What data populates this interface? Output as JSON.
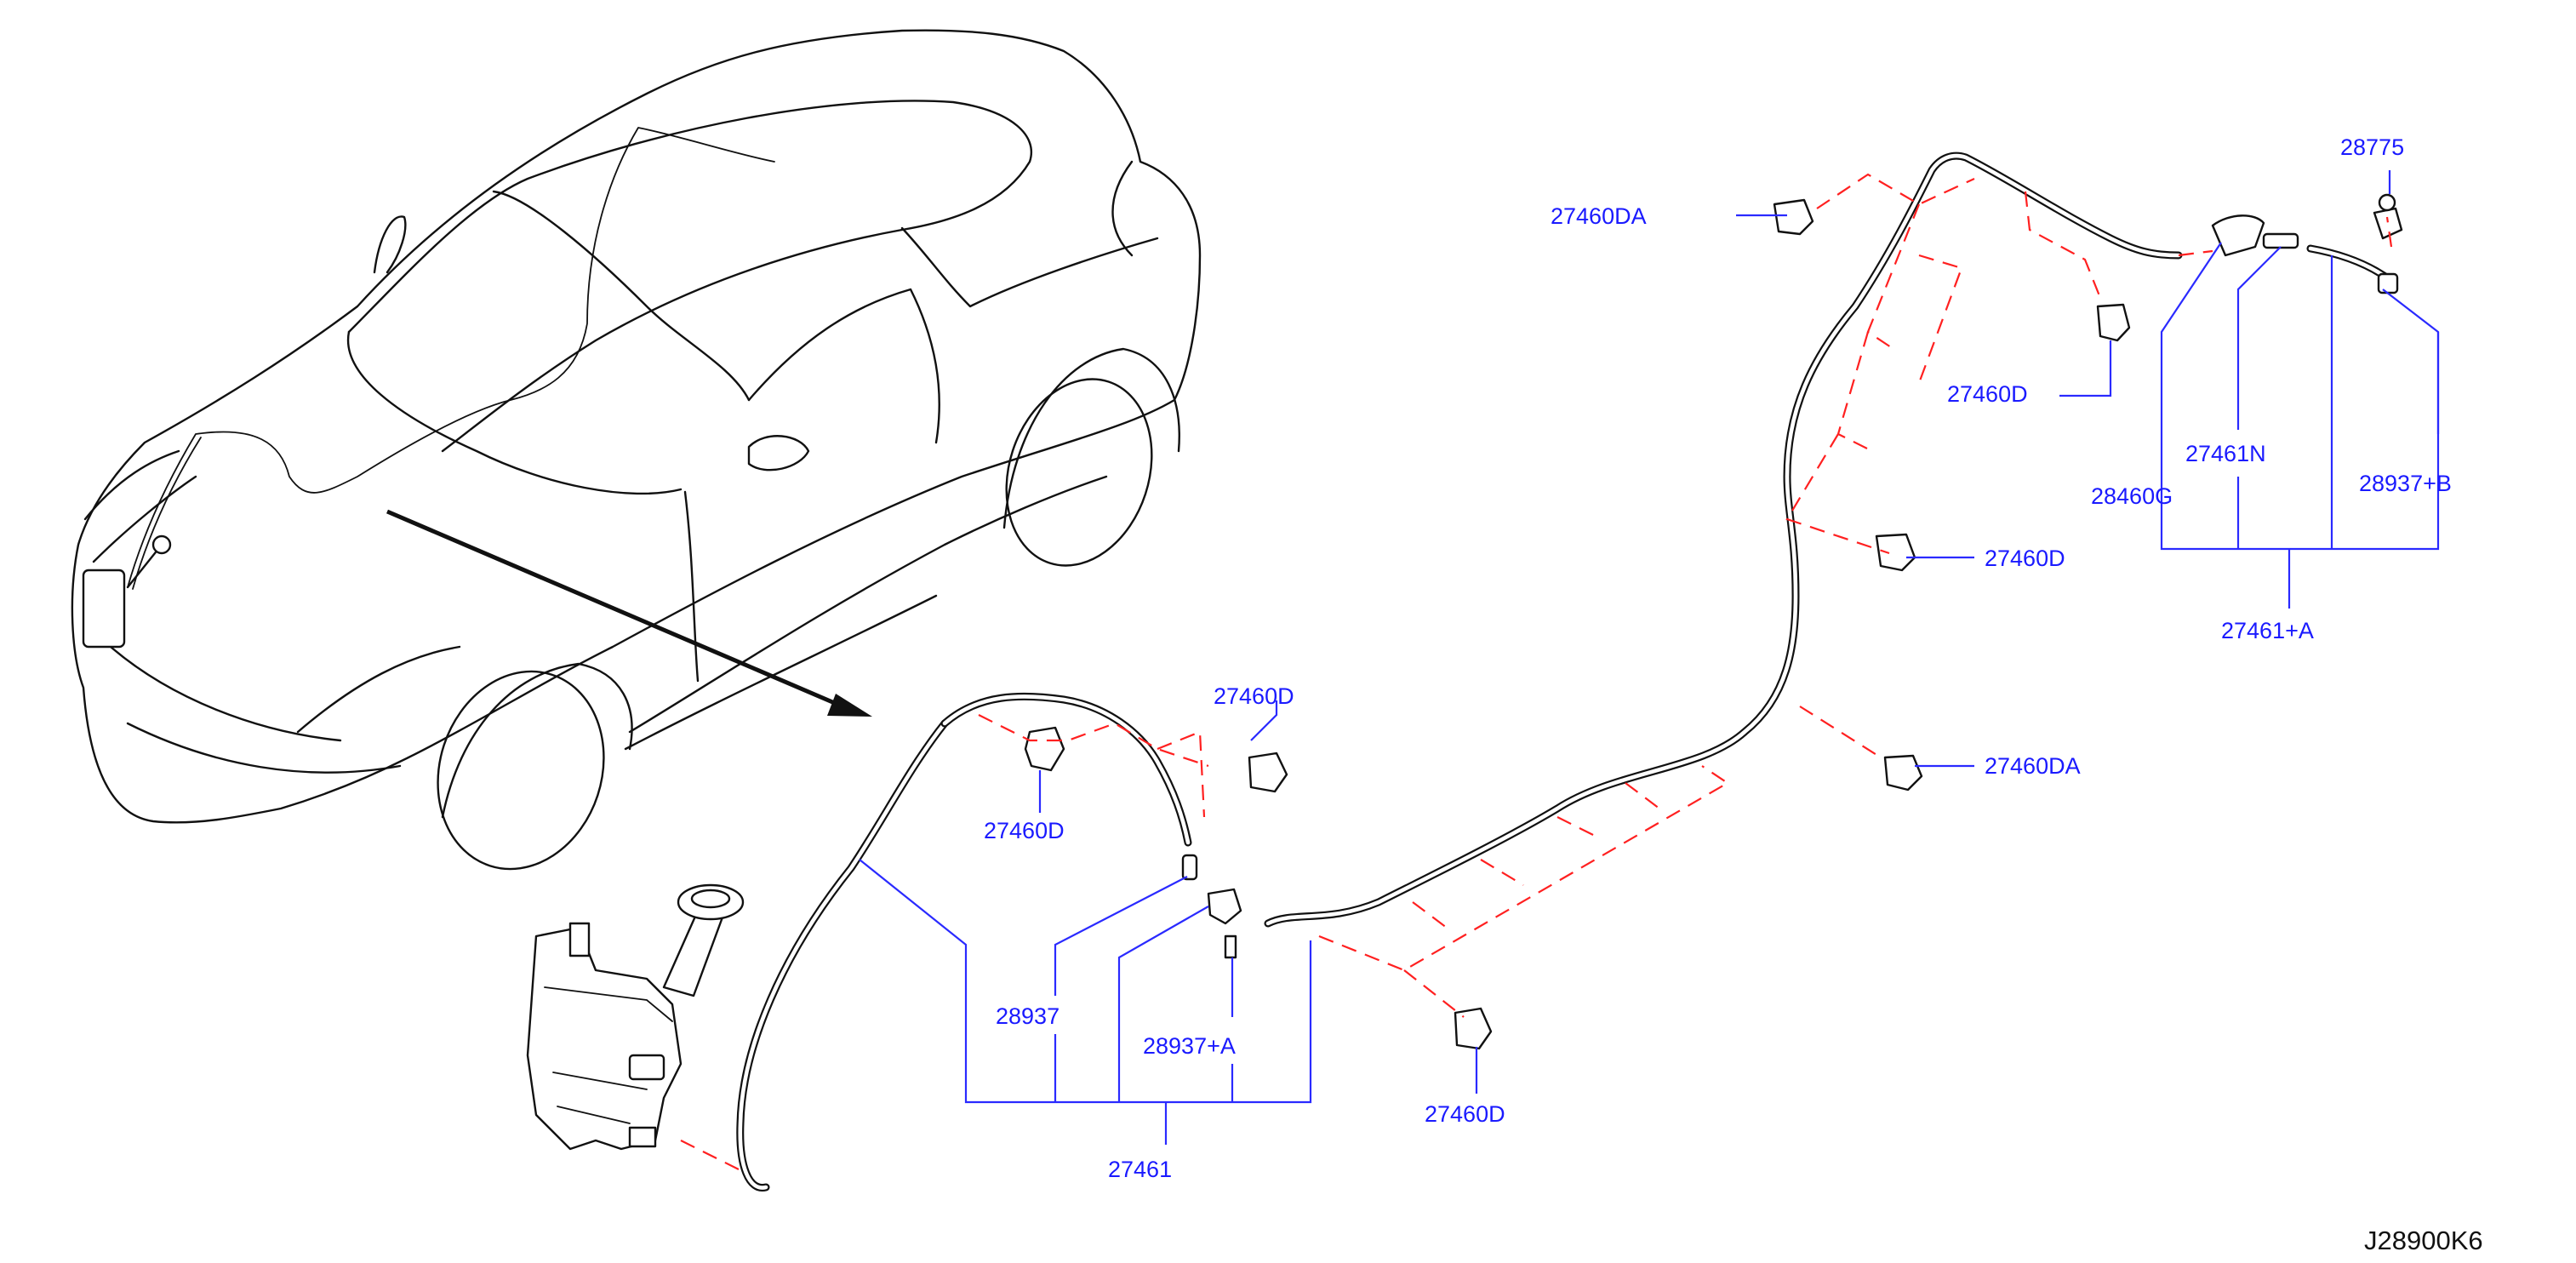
{
  "diagram": {
    "code": "J28900K6",
    "labels": {
      "l_27460DA_top": "27460DA",
      "l_27460D_upper": "27460D",
      "l_27460D_mid": "27460D",
      "l_27460DA_mid": "27460DA",
      "l_27460D_left_top": "27460D",
      "l_27460D_left": "27460D",
      "l_27460D_bottom": "27460D",
      "l_28775": "28775",
      "l_27461N": "27461N",
      "l_28460G": "28460G",
      "l_28937B": "28937+B",
      "l_27461A": "27461+A",
      "l_28937": "28937",
      "l_28937A": "28937+A",
      "l_27461": "27461"
    }
  }
}
